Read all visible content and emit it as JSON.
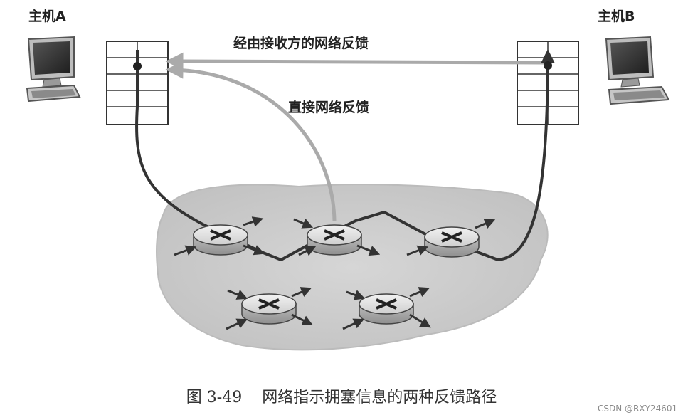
{
  "labels": {
    "host_a": "主机A",
    "host_b": "主机B",
    "receiver_feedback": "经由接收方的网络反馈",
    "direct_feedback": "直接网络反馈"
  },
  "caption": {
    "figure_number": "图 3-49",
    "text": "网络指示拥塞信息的两种反馈路径"
  },
  "watermark": "CSDN @RXY24601",
  "colors": {
    "network_cloud": "#cfcfcf",
    "data_path": "#3a3a3a",
    "feedback_path": "#b0b0b0",
    "router_body": "#d8d8d8",
    "host_screen": "#2e2e2e"
  }
}
